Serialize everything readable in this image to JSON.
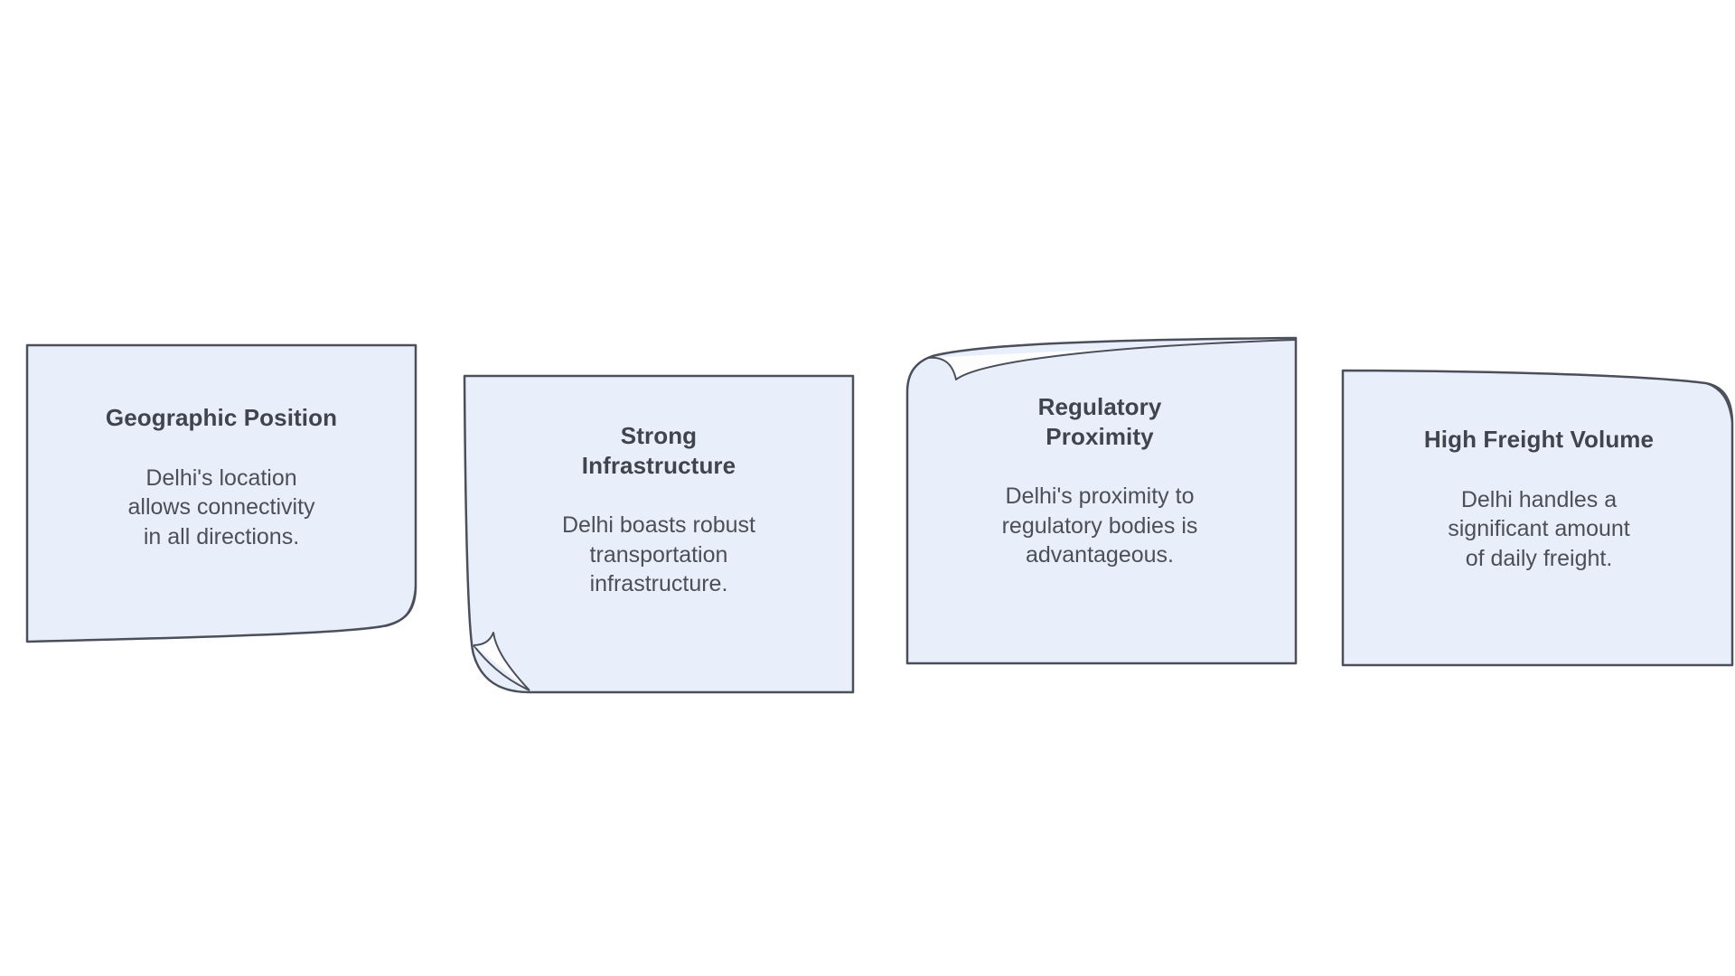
{
  "page": {
    "background_color": "#ffffff",
    "layout": "four-card-row",
    "card_count": 4
  },
  "theme": {
    "card_fill": "#e9eefb",
    "card_stroke": "#4a4f5a",
    "title_color": "#3f444d",
    "body_color": "#4b5057",
    "stroke_width": "2.5"
  },
  "cards": [
    {
      "id": "geographic-position",
      "title": "Geographic Position",
      "description": "Delhi's location\nallows connectivity\nin all directions.",
      "corner_style": "curled-bottom-right",
      "fill": "#e9eefb",
      "stroke": "#4a4f5a"
    },
    {
      "id": "strong-infrastructure",
      "title": "Strong\nInfrastructure",
      "description": "Delhi boasts robust\ntransportation\ninfrastructure.",
      "corner_style": "curled-bottom-left",
      "fill": "#e9eefb",
      "stroke": "#4a4f5a"
    },
    {
      "id": "regulatory-proximity",
      "title": "Regulatory\nProximity",
      "description": "Delhi's proximity to\nregulatory bodies is\nadvantageous.",
      "corner_style": "peeled-top-left",
      "fill": "#e9eefb",
      "stroke": "#4a4f5a"
    },
    {
      "id": "high-freight-volume",
      "title": "High Freight Volume",
      "description": "Delhi handles a\nsignificant amount\nof daily freight.",
      "corner_style": "rounded-top-right",
      "fill": "#e9eefb",
      "stroke": "#4a4f5a"
    }
  ]
}
